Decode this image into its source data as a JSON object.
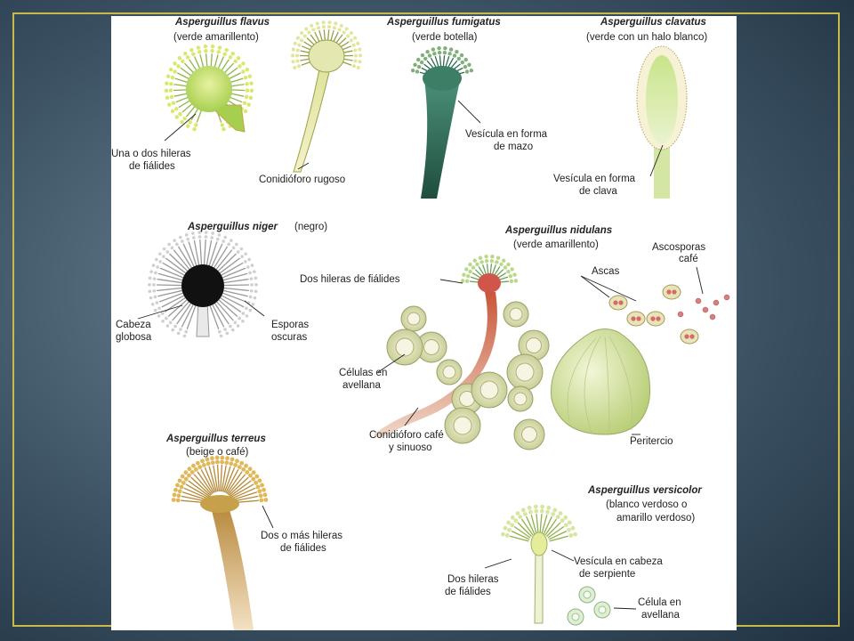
{
  "flavus": {
    "name": "Asperguillus flavus",
    "color": "(verde amarillento)",
    "label1a": "Una o dos hileras",
    "label1b": "de fiálides",
    "label2": "Conidióforo rugoso"
  },
  "fumigatus": {
    "name": "Asperguillus fumigatus",
    "color": "(verde botella)",
    "label1a": "Vesícula en forma",
    "label1b": "de mazo"
  },
  "clavatus": {
    "name": "Asperguillus clavatus",
    "color": "(verde con un halo blanco)",
    "label1a": "Vesícula en forma",
    "label1b": "de clava"
  },
  "niger": {
    "name": "Asperguillus niger",
    "color": "(negro)",
    "label1a": "Cabeza",
    "label1b": "globosa",
    "label2a": "Esporas",
    "label2b": "oscuras"
  },
  "nidulans": {
    "name": "Asperguillus nidulans",
    "color": "(verde amarillento)",
    "label_fialides": "Dos hileras de fiálides",
    "label_ascas": "Ascas",
    "label_ascosporas_a": "Ascosporas",
    "label_ascosporas_b": "café",
    "label_celulas_a": "Células en",
    "label_celulas_b": "avellana",
    "label_conid_a": "Conidióforo café",
    "label_conid_b": "y sinuoso",
    "label_peritercio": "Peritercio"
  },
  "terreus": {
    "name": "Asperguillus terreus",
    "color": "(beige o café)",
    "label1a": "Dos o más hileras",
    "label1b": "de fiálides"
  },
  "versicolor": {
    "name": "Asperguillus versicolor",
    "color_a": "(blanco verdoso o",
    "color_b": "amarillo verdoso)",
    "label1a": "Dos hileras",
    "label1b": "de fiálides",
    "label2a": "Vesícula en cabeza",
    "label2b": "de serpiente",
    "label3a": "Célula en",
    "label3b": "avellana"
  },
  "colors": {
    "frame": "#c9b84a",
    "green": "#a9cf5a",
    "dark_green": "#2f6b4e",
    "black_head": "#111111",
    "brown": "#c0643a",
    "beige": "#c79a4a"
  }
}
